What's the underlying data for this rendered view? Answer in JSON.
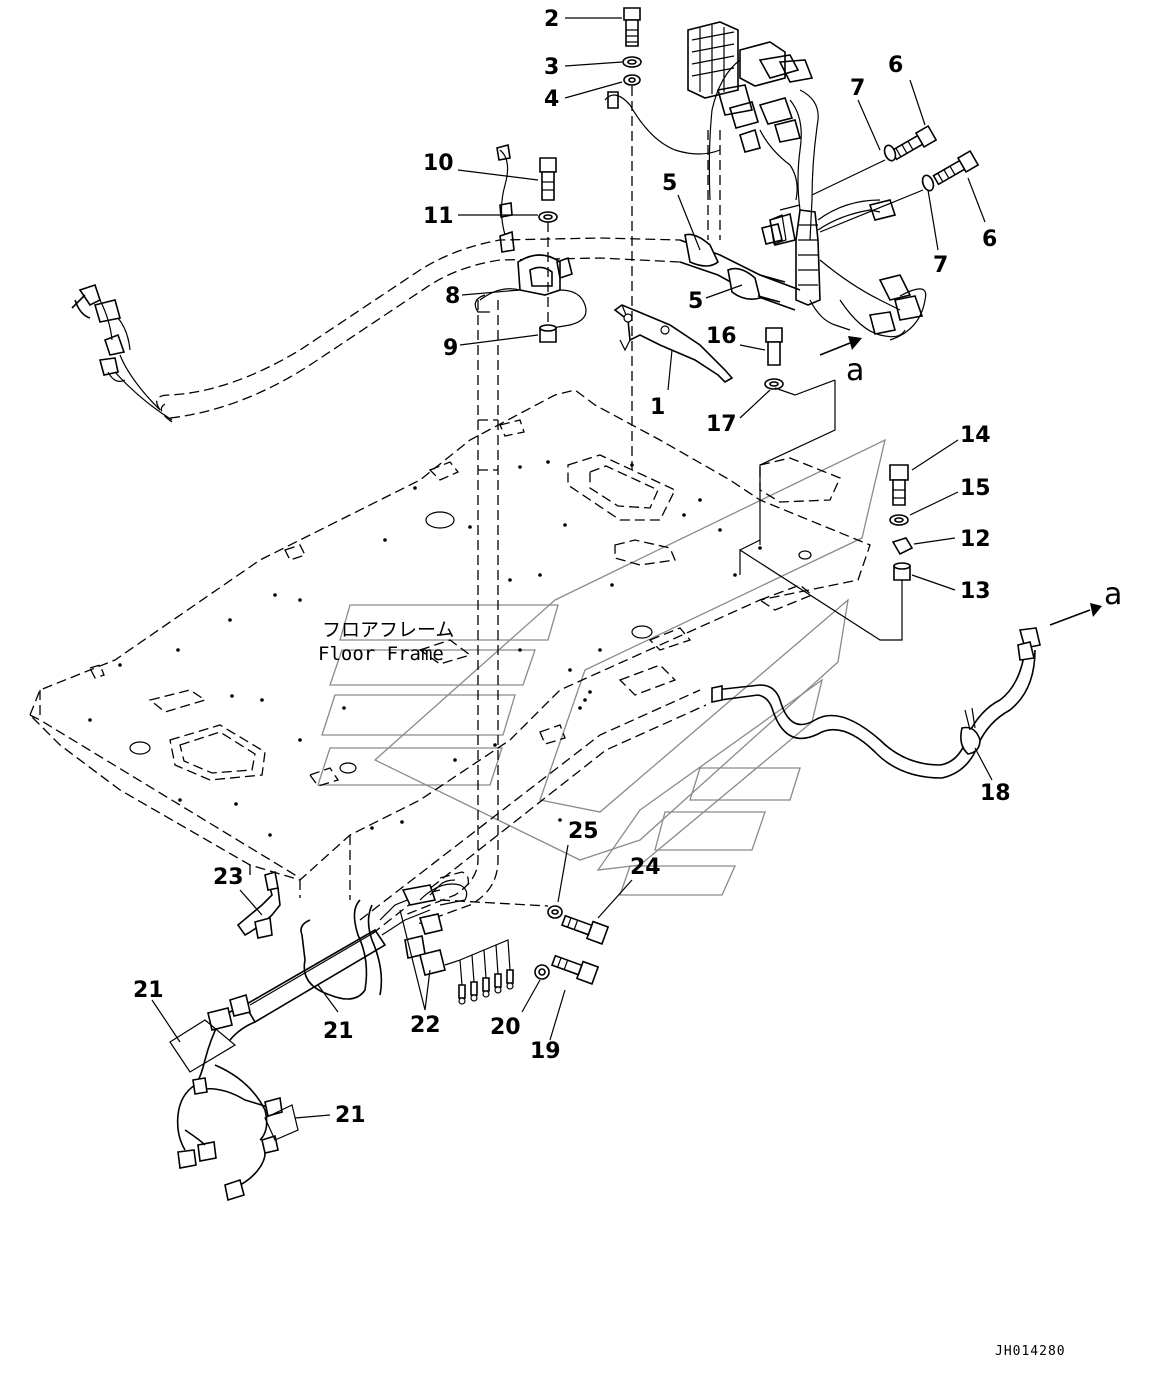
{
  "diagram": {
    "frame_label_jp": "フロアフレーム",
    "frame_label_en": "Floor Frame",
    "drawing_code": "JH014280",
    "arrow_ref_label": "a",
    "part_numbers": [
      "1",
      "2",
      "3",
      "4",
      "5",
      "5",
      "6",
      "6",
      "7",
      "7",
      "8",
      "9",
      "10",
      "11",
      "12",
      "13",
      "14",
      "15",
      "16",
      "17",
      "18",
      "19",
      "20",
      "21",
      "21",
      "21",
      "22",
      "23",
      "24",
      "25"
    ]
  }
}
